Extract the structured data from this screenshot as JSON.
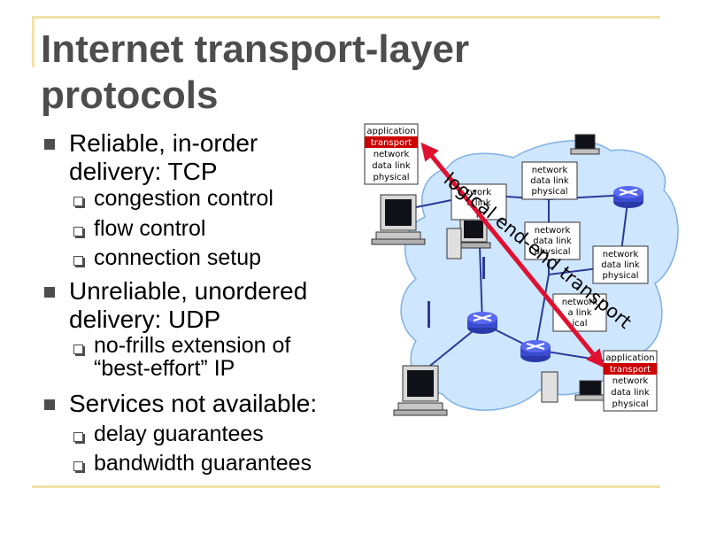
{
  "slide": {
    "title_line1": "Internet transport-layer",
    "title_line2": "protocols",
    "bullets": [
      {
        "line1": "Reliable, in-order",
        "line2": "delivery: TCP",
        "sub": [
          "congestion control",
          "flow control",
          "connection setup"
        ]
      },
      {
        "line1": "Unreliable, unordered",
        "line2": "delivery: UDP",
        "sub": [
          "no-frills extension of",
          "“best-effort” IP"
        ]
      },
      {
        "line1": "Services not available:",
        "sub": [
          "delay guarantees",
          "bandwidth guarantees"
        ]
      }
    ]
  },
  "diagram": {
    "arrow_label": "logical end-end transport",
    "host_stack": [
      "application",
      "transport",
      "network",
      "data link",
      "physical"
    ],
    "router_stack": [
      "network",
      "data link",
      "physical"
    ],
    "partial_router": [
      "twork",
      "a link",
      "p"
    ],
    "partial_router_b": [
      "network",
      "a link",
      "ical"
    ],
    "colors": {
      "arrow": "#e01030",
      "cloud": "#cfe6ff",
      "transport_bg": "#cc0000",
      "stack_bg": "#ffffff"
    }
  }
}
